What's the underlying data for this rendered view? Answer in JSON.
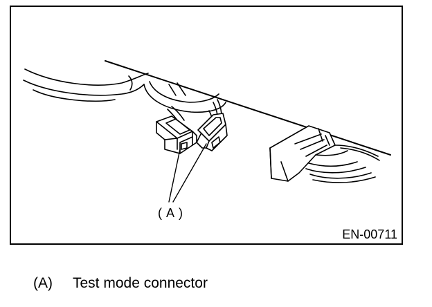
{
  "figure": {
    "id": "EN-00711",
    "callout": "( A )"
  },
  "caption": {
    "key": "(A)",
    "text": "Test mode connector"
  }
}
